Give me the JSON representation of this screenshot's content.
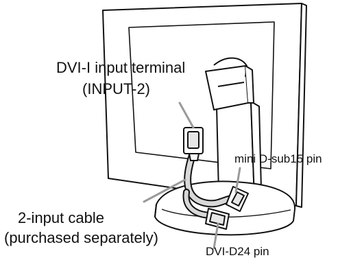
{
  "labels": {
    "dvi_input_line1": "DVI-I input terminal",
    "dvi_input_line2": "(INPUT-2)",
    "mini_dsub": "mini D-sub15 pin",
    "cable_line1": "2-input cable",
    "cable_line2": "(purchased separately)",
    "dvi_d24": "DVI-D24 pin"
  },
  "colors": {
    "outline": "#111111",
    "leader_line": "#9a9a9a",
    "screen_fill": "#ffffff"
  }
}
